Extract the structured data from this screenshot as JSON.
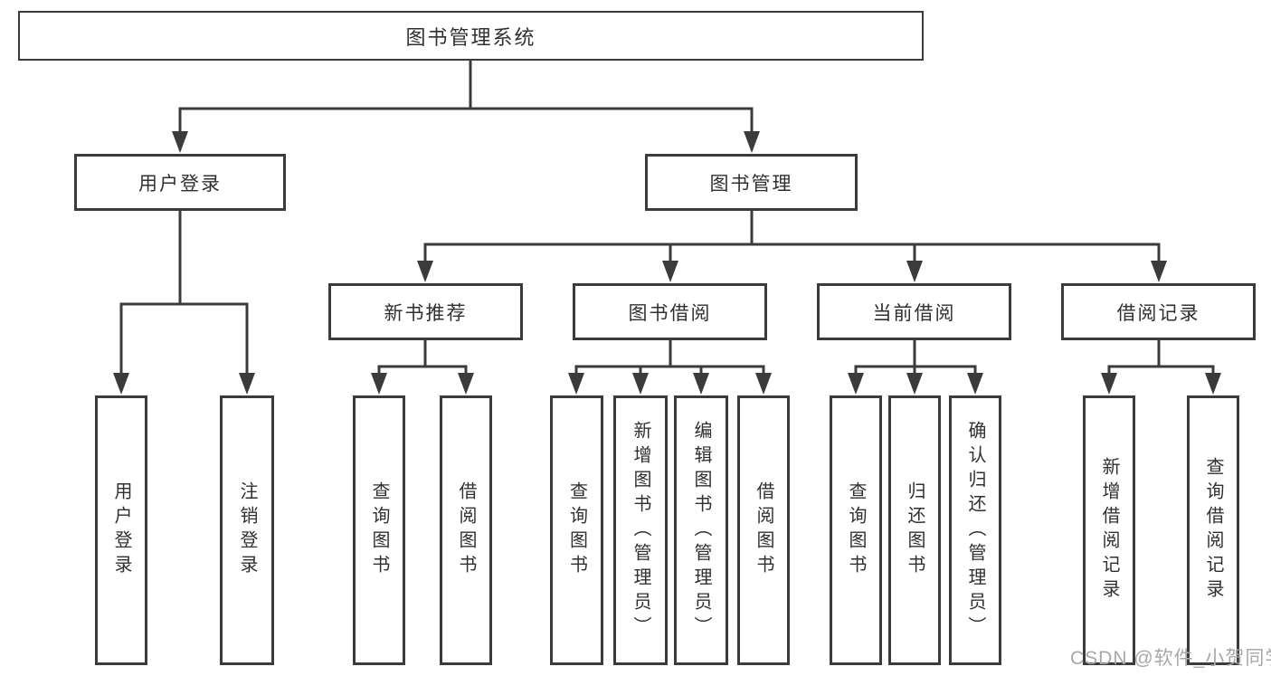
{
  "diagram": {
    "type": "tree-structure-chart",
    "colors": {
      "line": "#3b3b3b",
      "box_border": "#3b3b3b",
      "box_background": "#ffffff",
      "text": "#303030",
      "watermark": "#a8a8a8"
    },
    "tree": {
      "label": "图书管理系统",
      "children": [
        {
          "label": "用户登录",
          "children": [
            {
              "label": "用户登录"
            },
            {
              "label": "注销登录"
            }
          ]
        },
        {
          "label": "图书管理",
          "children": [
            {
              "label": "新书推荐",
              "children": [
                {
                  "label": "查询图书"
                },
                {
                  "label": "借阅图书"
                }
              ]
            },
            {
              "label": "图书借阅",
              "children": [
                {
                  "label": "查询图书"
                },
                {
                  "label": "新增图书（管理员）"
                },
                {
                  "label": "编辑图书（管理员）"
                },
                {
                  "label": "借阅图书"
                }
              ]
            },
            {
              "label": "当前借阅",
              "children": [
                {
                  "label": "查询图书"
                },
                {
                  "label": "归还图书"
                },
                {
                  "label": "确认归还（管理员）"
                }
              ]
            },
            {
              "label": "借阅记录",
              "children": [
                {
                  "label": "新增借阅记录"
                },
                {
                  "label": "查询借阅记录"
                }
              ]
            }
          ]
        }
      ]
    },
    "watermark": {
      "text": "CSDN @软件_小贺同学"
    }
  }
}
